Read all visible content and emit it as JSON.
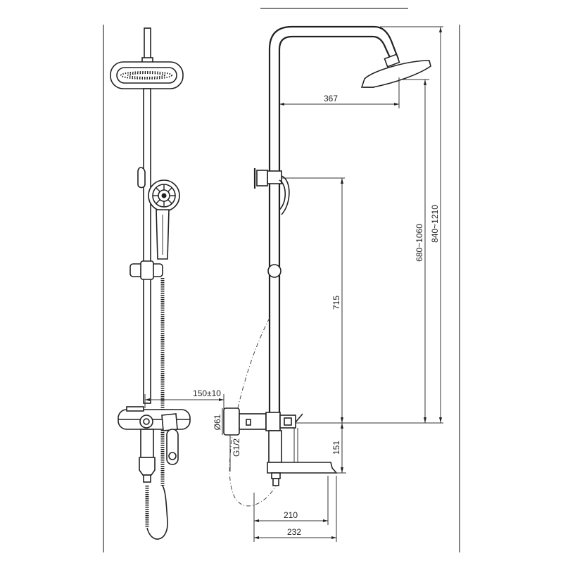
{
  "diagram": {
    "dimensions": {
      "arm_reach": "367",
      "slide_height": "715",
      "head_height_range": "680~1060",
      "overall_height_range": "840~1210",
      "mixer_center_distance": "150±10",
      "diameter": "Ø61",
      "thread": "G1/2",
      "spout_height": "151",
      "spout_reach": "210",
      "spout_total_reach": "232"
    }
  }
}
